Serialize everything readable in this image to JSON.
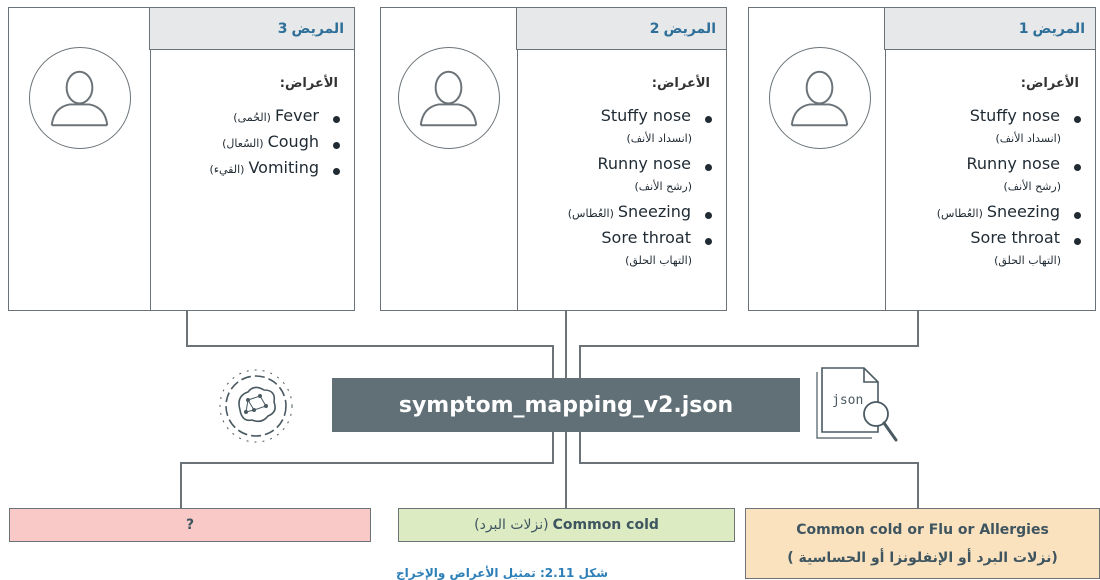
{
  "cards": [
    {
      "id": "patient-3",
      "title": "المريض",
      "number": "3",
      "symptoms_label": "الأعراض:",
      "items": [
        {
          "type": "main",
          "en": "Fever",
          "ar": "(الحُمى)"
        },
        {
          "type": "main",
          "en": "Cough",
          "ar": "(السُعال)"
        },
        {
          "type": "main",
          "en": "Vomiting",
          "ar": "(القيء)"
        }
      ]
    },
    {
      "id": "patient-2",
      "title": "المريض",
      "number": "2",
      "symptoms_label": "الأعراض:",
      "items": [
        {
          "type": "main",
          "en": "Stuffy nose",
          "ar": ""
        },
        {
          "type": "sub",
          "ar": "(انسداد الأنف)"
        },
        {
          "type": "main",
          "en": "Runny nose",
          "ar": ""
        },
        {
          "type": "sub",
          "ar": "(رشح الأنف)"
        },
        {
          "type": "main",
          "en": "Sneezing",
          "ar": "(العُطاس)"
        },
        {
          "type": "main",
          "en": "Sore throat",
          "ar": ""
        },
        {
          "type": "sub",
          "ar": "(التهاب الحلق)"
        }
      ]
    },
    {
      "id": "patient-1",
      "title": "المريض",
      "number": "1",
      "symptoms_label": "الأعراض:",
      "items": [
        {
          "type": "main",
          "en": "Stuffy nose",
          "ar": ""
        },
        {
          "type": "sub",
          "ar": "(انسداد الأنف)"
        },
        {
          "type": "main",
          "en": "Runny nose",
          "ar": ""
        },
        {
          "type": "sub",
          "ar": "(رشح الأنف)"
        },
        {
          "type": "main",
          "en": "Sneezing",
          "ar": "(العُطاس)"
        },
        {
          "type": "main",
          "en": "Sore throat",
          "ar": ""
        },
        {
          "type": "sub",
          "ar": "(التهاب الحلق)"
        }
      ]
    }
  ],
  "center": {
    "label": "symptom_mapping_v2.json"
  },
  "json_icon": {
    "label": "json"
  },
  "outputs": {
    "left": {
      "text": "?",
      "color": "#f8c9c7"
    },
    "middle": {
      "en": "Common cold",
      "ar": "(نزلات البرد)",
      "color": "#ddebc3"
    },
    "right": {
      "en": "Common cold or Flu or Allergies",
      "ar": "(نزلات البرد أو الإنفلونزا أو الحساسية )",
      "color": "#fbe2bf"
    }
  },
  "caption": {
    "text": "شكل 2.11: تمثيل الأعراض والإخراج"
  },
  "colors": {
    "accent": "#2d6f98",
    "box": "#617077",
    "stroke": "#6b7378"
  }
}
